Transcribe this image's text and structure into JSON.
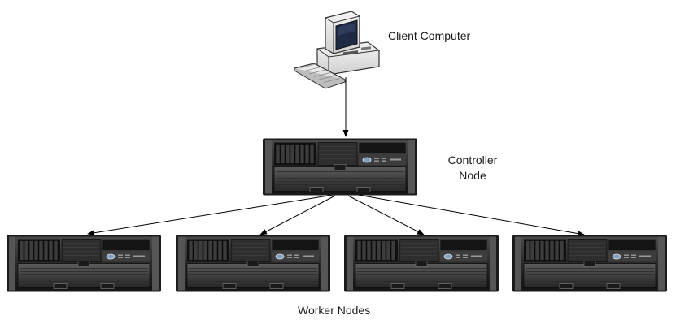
{
  "labels": {
    "client": "Client Computer",
    "controller_line1": "Controller",
    "controller_line2": "Node",
    "workers": "Worker Nodes"
  },
  "nodes": [
    {
      "id": "client",
      "type": "desktop-computer-icon"
    },
    {
      "id": "controller",
      "type": "rack-server-icon"
    },
    {
      "id": "worker-1",
      "type": "rack-server-icon"
    },
    {
      "id": "worker-2",
      "type": "rack-server-icon"
    },
    {
      "id": "worker-3",
      "type": "rack-server-icon"
    },
    {
      "id": "worker-4",
      "type": "rack-server-icon"
    }
  ],
  "edges": [
    {
      "from": "client",
      "to": "controller"
    },
    {
      "from": "controller",
      "to": "worker-1"
    },
    {
      "from": "controller",
      "to": "worker-2"
    },
    {
      "from": "controller",
      "to": "worker-3"
    },
    {
      "from": "controller",
      "to": "worker-4"
    }
  ],
  "colors": {
    "edge": "#000000",
    "server_body": "#1f1f1f",
    "server_face": "#3a3a3a",
    "server_highlight": "#8a8a8a",
    "computer_shell": "#e8e8e8",
    "computer_screen": "#1f2a44"
  }
}
